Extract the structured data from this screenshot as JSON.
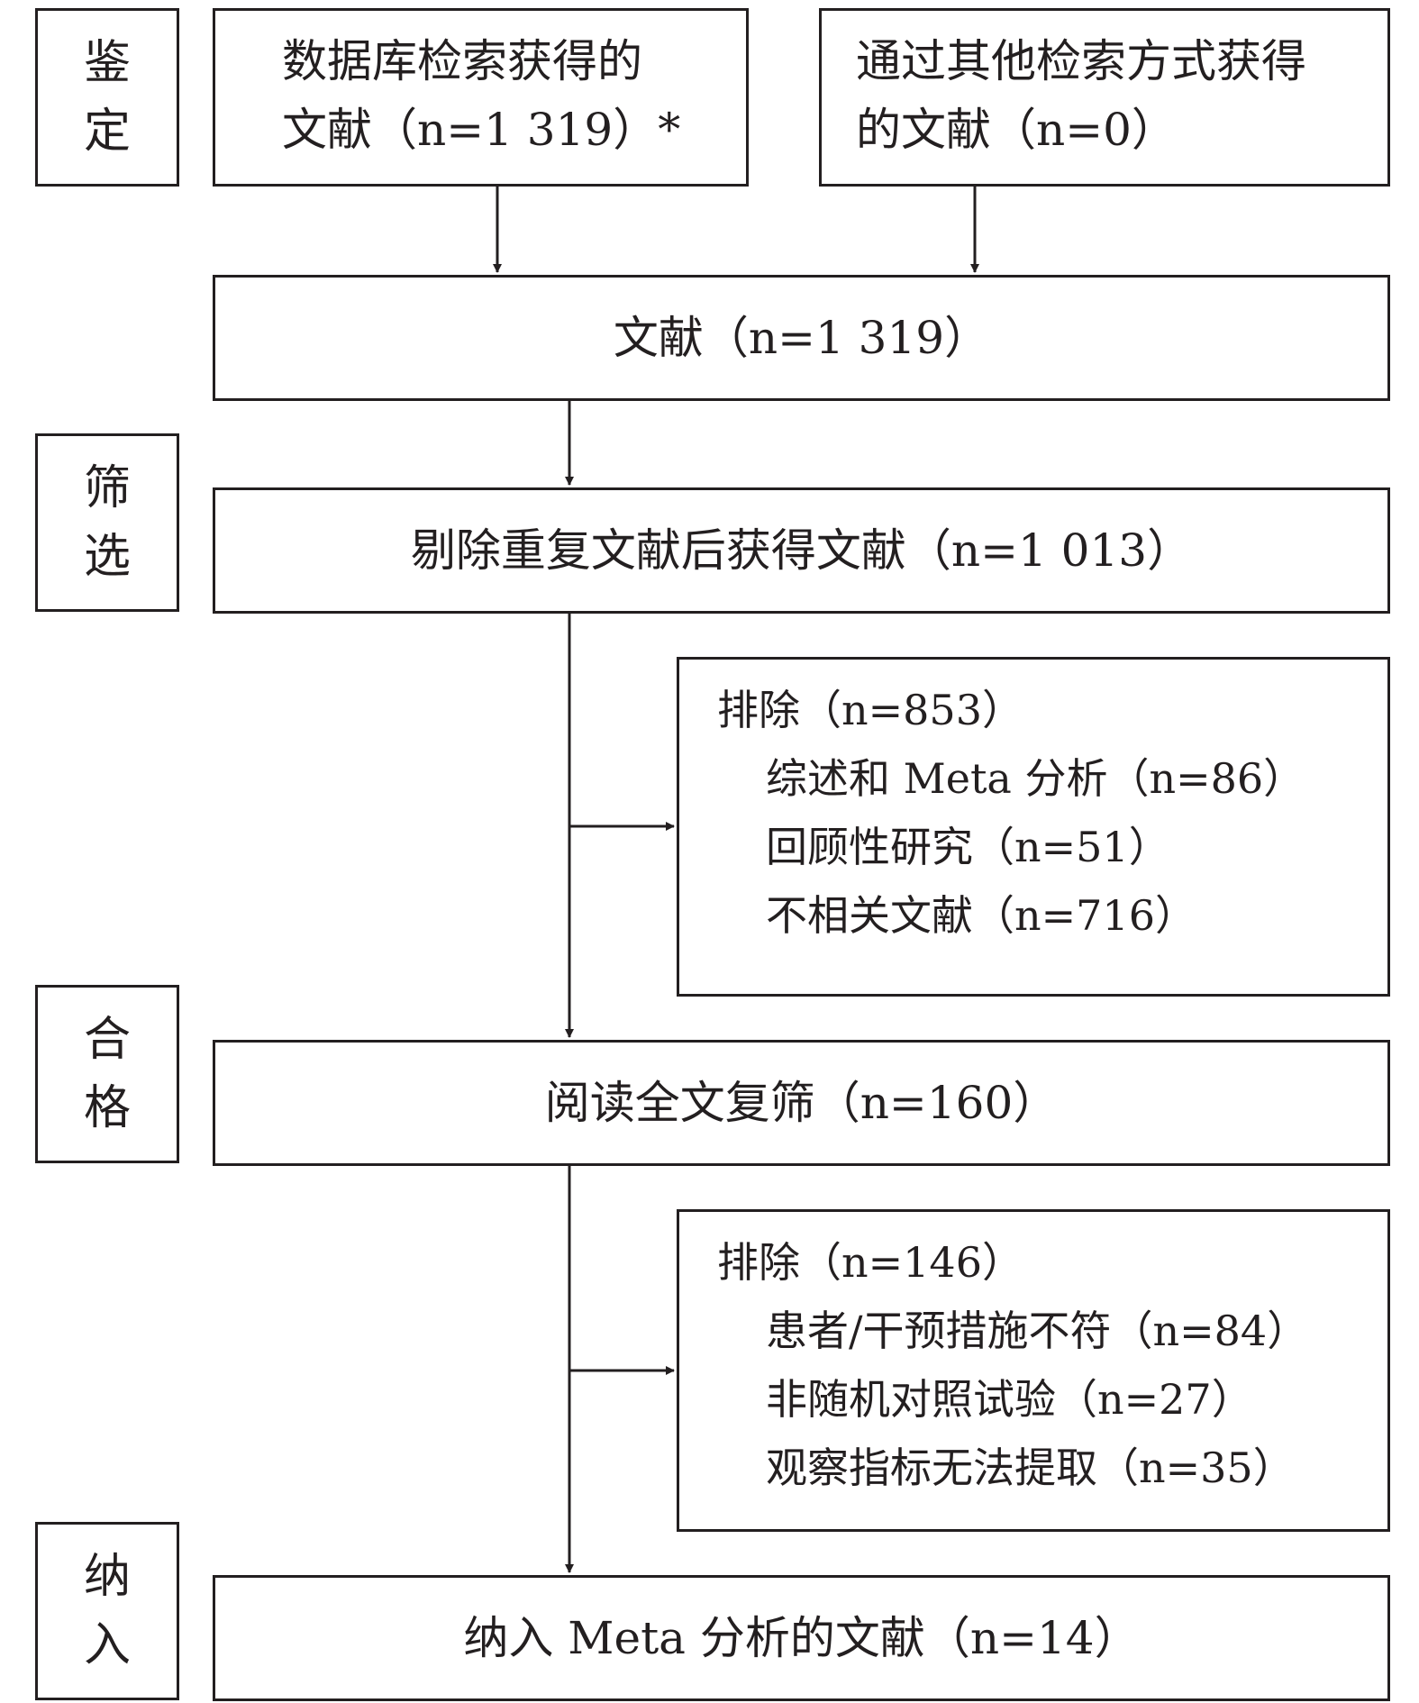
{
  "stages": {
    "identification": [
      "鉴",
      "定"
    ],
    "screening": [
      "筛",
      "选"
    ],
    "eligibility": [
      "合",
      "格"
    ],
    "included": [
      "纳",
      "入"
    ]
  },
  "boxes": {
    "database": [
      "数据库检索获得的",
      "文献（n=1 319）*"
    ],
    "other": [
      "通过其他检索方式获得",
      "的文献（n=0）"
    ],
    "records": "文献（n=1 319）",
    "dedup": "剔除重复文献后获得文献（n=1 013）",
    "excluded1": {
      "title": "排除（n=853）",
      "items": [
        "综述和 Meta 分析（n=86）",
        "回顾性研究（n=51）",
        "不相关文献（n=716）"
      ]
    },
    "fulltext": "阅读全文复筛（n=160）",
    "excluded2": {
      "title": "排除（n=146）",
      "items": [
        "患者/干预措施不符（n=84）",
        "非随机对照试验（n=27）",
        "观察指标无法提取（n=35）"
      ]
    },
    "final": "纳入 Meta 分析的文献（n=14）"
  }
}
